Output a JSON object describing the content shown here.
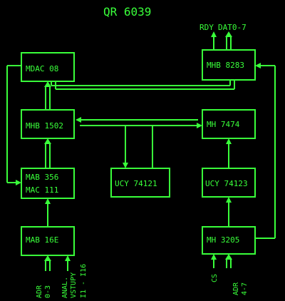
{
  "title": "QR 6039",
  "blocks": {
    "mdac": "MDAC 08",
    "mhb8283": "MHB 8283",
    "mhb1502": "MHB 1502",
    "mh7474": "MH 7474",
    "mab356_l1": "MAB 356",
    "mab356_l2": "MAC 111",
    "ucy74121": "UCY 74121",
    "ucy74123": "UCY 74123",
    "mab16e": "MAB 16E",
    "mh3205": "MH 3205"
  },
  "top_labels": {
    "rdy": "RDY",
    "dat": "DAT0-7"
  },
  "inputs": {
    "adr_l1": "ADR",
    "adr_l2": "0-3",
    "anal_l1": "ANAL.",
    "anal_l2": "VSTUPY",
    "anal_l3": "I1 - I16",
    "cs": "CS",
    "adr2_l1": "ADR",
    "adr2_l2": "4-7"
  },
  "colors": {
    "trace": "#39ff3a",
    "background": "#000000"
  }
}
